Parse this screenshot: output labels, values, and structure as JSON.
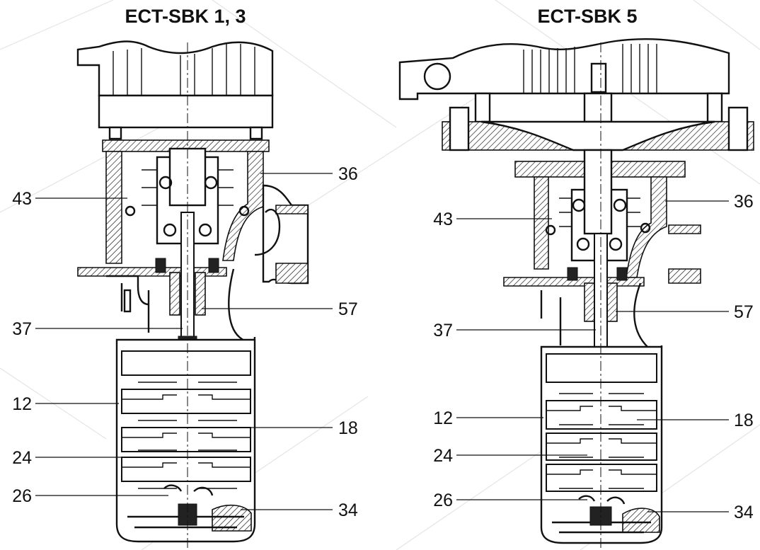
{
  "figures": [
    {
      "title": "ECT-SBK 1, 3",
      "callouts_left": [
        "43",
        "37",
        "12",
        "24",
        "26"
      ],
      "callouts_right": [
        "36",
        "57",
        "18",
        "34"
      ]
    },
    {
      "title": "ECT-SBK 5",
      "callouts_left": [
        "43",
        "37",
        "12",
        "24",
        "26"
      ],
      "callouts_right": [
        "36",
        "57",
        "18",
        "34"
      ]
    }
  ],
  "colors": {
    "ink": "#111111",
    "background": "#ffffff",
    "watermark_lines": "#e4e4e4"
  }
}
